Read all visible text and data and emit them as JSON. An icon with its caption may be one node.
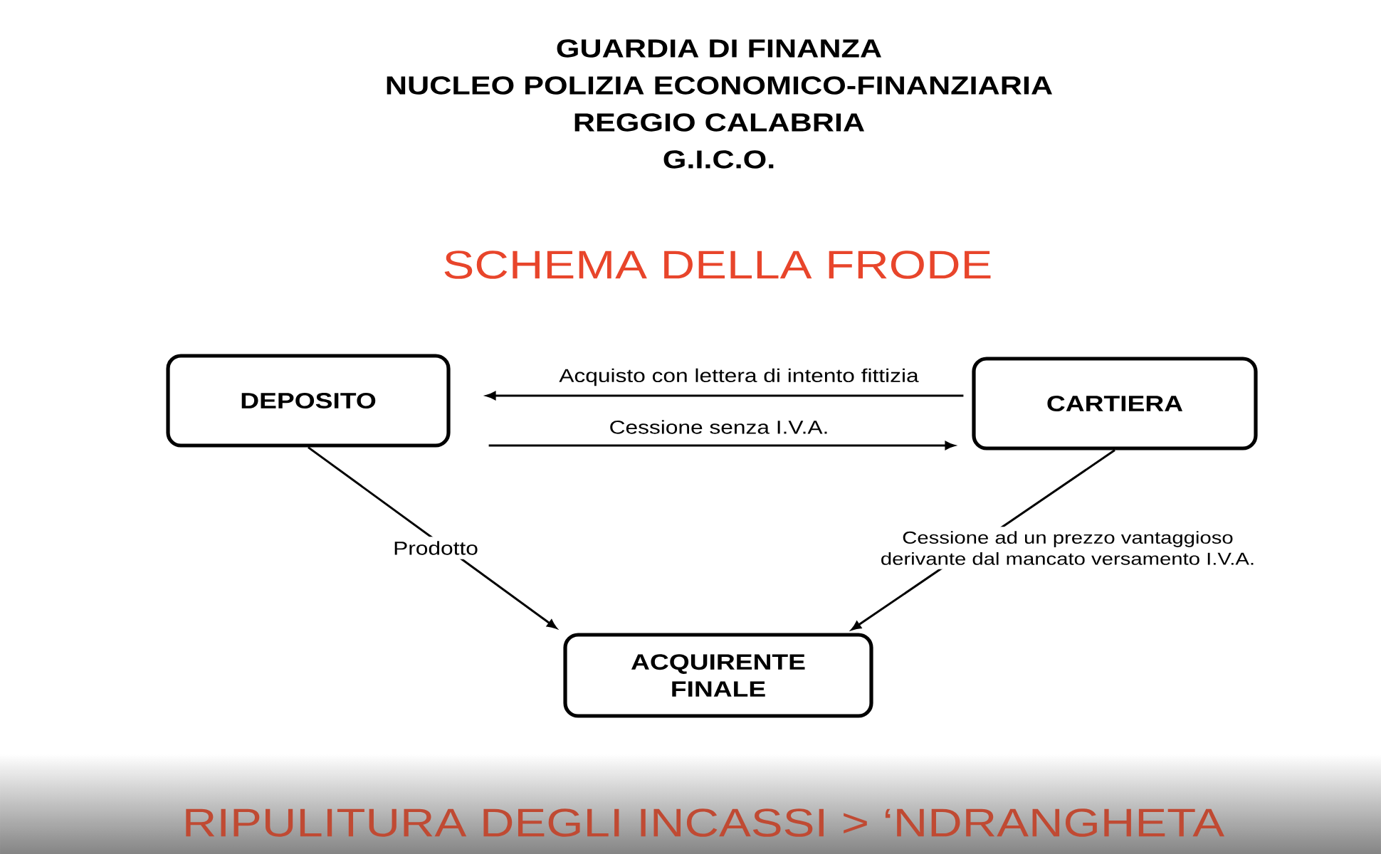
{
  "diagram": {
    "title": "SCHEMA DELLA FRODE",
    "caption": "RIPULITURA DEGLI INCASSI > ‘NDRANGHETA",
    "nodes": [
      {
        "text": [
          "DEPOSITO"
        ]
      },
      {
        "text": [
          "CARTIERA"
        ]
      },
      {
        "text": [
          "ACQUIRENTE FINALE"
        ]
      }
    ],
    "edges": [
      {
        "from": 1,
        "to": 0,
        "arrow": "to",
        "label": "Acquisto con lettera di intento fittizia"
      },
      {
        "from": 0,
        "to": 1,
        "arrow": "to",
        "label": "Cessione senza I.V.A."
      },
      {
        "from": 0,
        "to": 2,
        "arrow": "to",
        "label": "Prodotto"
      },
      {
        "from": 1,
        "to": 2,
        "arrow": "to",
        "label": "Cessione ad un prezzo vantaggioso derivante dal mancato versamento I.V.A."
      }
    ],
    "labels": [
      "GUARDIA DI FINANZA",
      "NUCLEO POLIZIA ECONOMICO-FINANZIARIA",
      "REGGIO CALABRIA",
      "G.I.C.O."
    ]
  }
}
